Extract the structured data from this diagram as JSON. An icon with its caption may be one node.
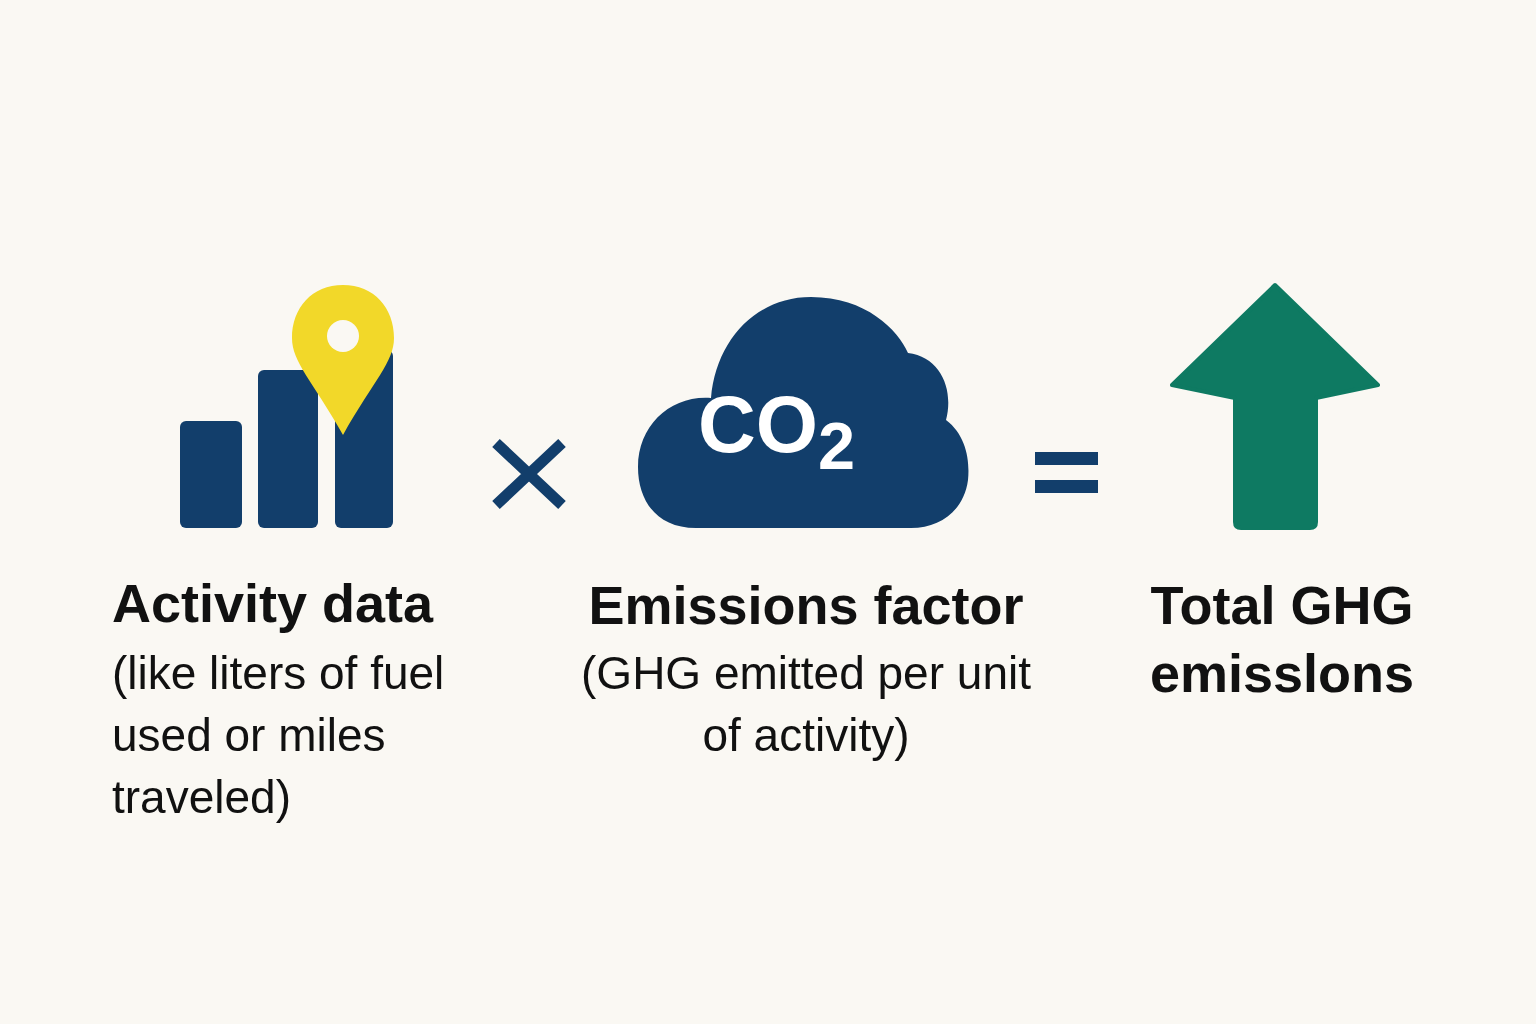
{
  "diagram": {
    "nodes": [
      {
        "text": [
          "CO$_{2}$"
        ]
      }
    ],
    "labels": [
      "Activity data",
      "(like liters of fuel used or miles traveled)",
      "Emissions factor",
      "(GHG emitted per unit of activity)",
      "Total GHG emisslons"
    ]
  }
}
